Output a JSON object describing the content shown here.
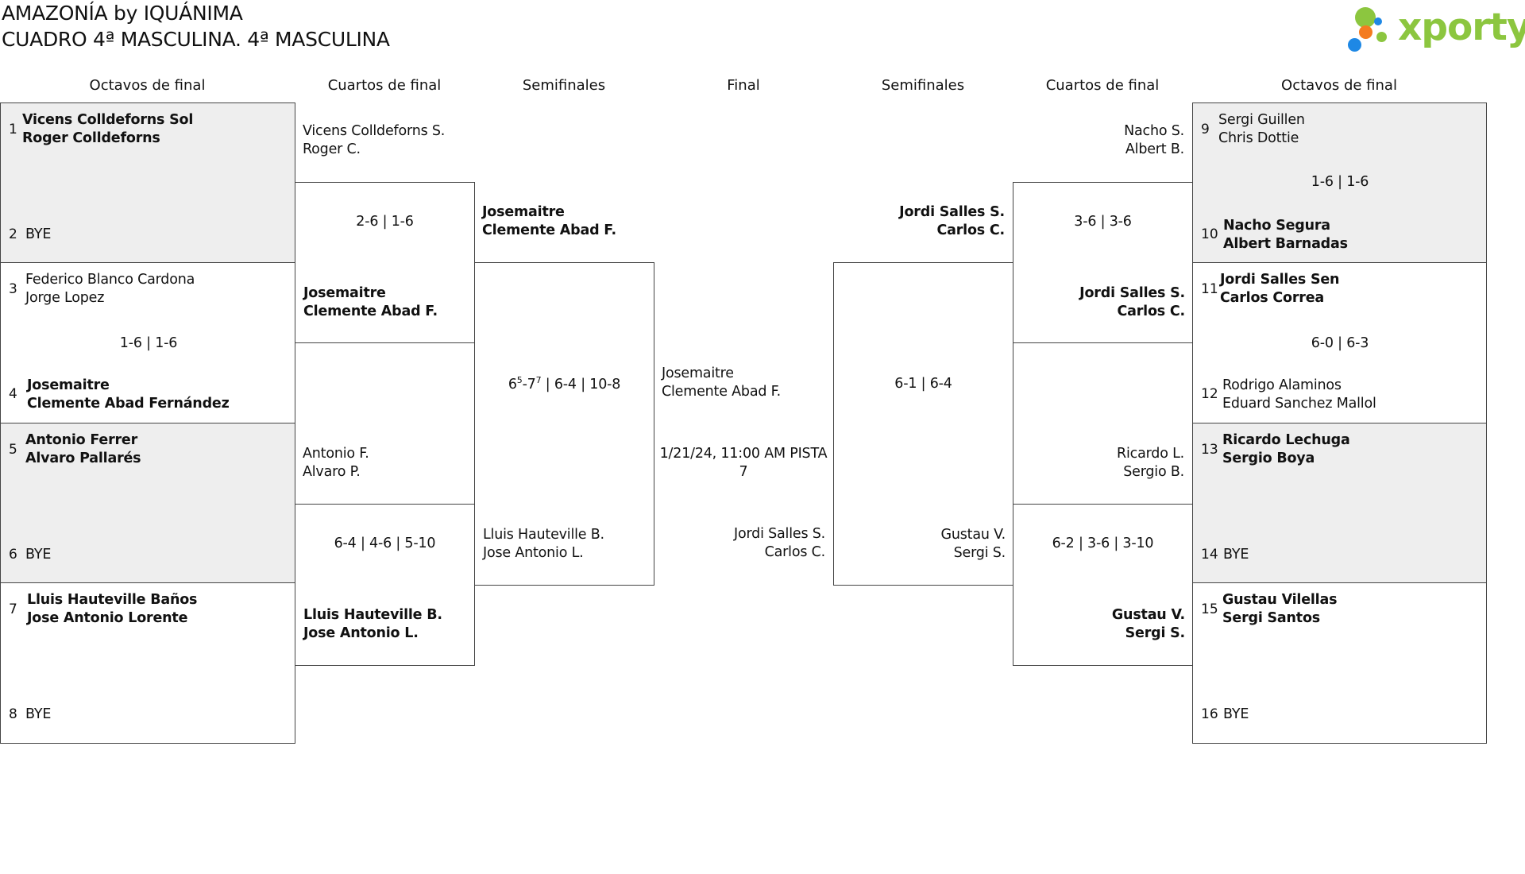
{
  "title": {
    "line1": "AMAZONÍA by IQUÁNIMA",
    "line2": "CUADRO 4ª MASCULINA. 4ª MASCULINA"
  },
  "logo": {
    "text": "xporty",
    "icon": "colored-dots-logo"
  },
  "colors": {
    "brand_green": "#8cc63f",
    "dot_green": "#8cc63f",
    "dot_blue": "#1e88e5",
    "dot_orange": "#f47b20",
    "grey_box": "#eeeeee"
  },
  "headers": [
    "Octavos de final",
    "Cuartos de final",
    "Semifinales",
    "Final",
    "Semifinales",
    "Cuartos de final",
    "Octavos de final"
  ],
  "octavos_left": [
    {
      "seed1": "1",
      "team1": [
        "Vicens Colldeforns Sol",
        "Roger Colldeforns"
      ],
      "score": "",
      "seed2": "2",
      "team2": [
        "BYE"
      ]
    },
    {
      "seed1": "3",
      "team1": [
        "Federico Blanco Cardona",
        "Jorge Lopez"
      ],
      "score": "1-6 | 1-6",
      "seed2": "4",
      "team2": [
        "Josemaitre",
        "Clemente Abad Fernández"
      ]
    },
    {
      "seed1": "5",
      "team1": [
        "Antonio Ferrer",
        "Alvaro Pallarés"
      ],
      "score": "",
      "seed2": "6",
      "team2": [
        "BYE"
      ]
    },
    {
      "seed1": "7",
      "team1": [
        "Lluis Hauteville Baños",
        "Jose Antonio Lorente"
      ],
      "score": "",
      "seed2": "8",
      "team2": [
        "BYE"
      ]
    }
  ],
  "octavos_right": [
    {
      "seed1": "9",
      "team1": [
        "Sergi Guillen",
        "Chris Dottie"
      ],
      "score": "1-6 | 1-6",
      "seed2": "10",
      "team2": [
        "Nacho Segura",
        "Albert Barnadas"
      ]
    },
    {
      "seed1": "11",
      "team1": [
        "Jordi Salles Sen",
        "Carlos Correa"
      ],
      "score": "6-0 | 6-3",
      "seed2": "12",
      "team2": [
        "Rodrigo Alaminos",
        "Eduard Sanchez Mallol"
      ]
    },
    {
      "seed1": "13",
      "team1": [
        "Ricardo Lechuga",
        "Sergio Boya"
      ],
      "score": "",
      "seed2": "14",
      "team2": [
        "BYE"
      ]
    },
    {
      "seed1": "15",
      "team1": [
        "Gustau Vilellas",
        "Sergi Santos"
      ],
      "score": "",
      "seed2": "16",
      "team2": [
        "BYE"
      ]
    }
  ],
  "cuartos_left": [
    {
      "team1": [
        "Vicens Colldeforns S.",
        "Roger C."
      ],
      "score": "2-6 | 1-6",
      "team2": [
        "Josemaitre",
        "Clemente Abad F."
      ]
    },
    {
      "team1": [
        "Antonio F.",
        "Alvaro P."
      ],
      "score": "6-4 | 4-6 | 5-10",
      "team2": [
        "Lluis Hauteville B.",
        "Jose Antonio L."
      ]
    }
  ],
  "cuartos_right": [
    {
      "team1": [
        "Nacho S.",
        "Albert B."
      ],
      "score": "3-6 | 3-6",
      "team2": [
        "Jordi Salles S.",
        "Carlos C."
      ]
    },
    {
      "team1": [
        "Ricardo L.",
        "Sergio B."
      ],
      "score": "6-2 | 3-6 | 3-10",
      "team2": [
        "Gustau V.",
        "Sergi S."
      ]
    }
  ],
  "semis_left": {
    "team1": [
      "Josemaitre",
      "Clemente Abad F."
    ],
    "score": {
      "a": "6",
      "a_sup": "5",
      "b": "-7",
      "b_sup": "7",
      "rest": " | 6-4 | 10-8"
    },
    "team2": [
      "Lluis Hauteville B.",
      "Jose Antonio L."
    ]
  },
  "semis_right": {
    "team1": [
      "Jordi Salles S.",
      "Carlos C."
    ],
    "score": "6-1 | 6-4",
    "team2": [
      "Gustau V.",
      "Sergi S."
    ]
  },
  "final": {
    "team1": [
      "Josemaitre",
      "Clemente Abad F."
    ],
    "info": "1/21/24, 11:00 AM PISTA 7",
    "team2": [
      "Jordi Salles S.",
      "Carlos C."
    ]
  }
}
